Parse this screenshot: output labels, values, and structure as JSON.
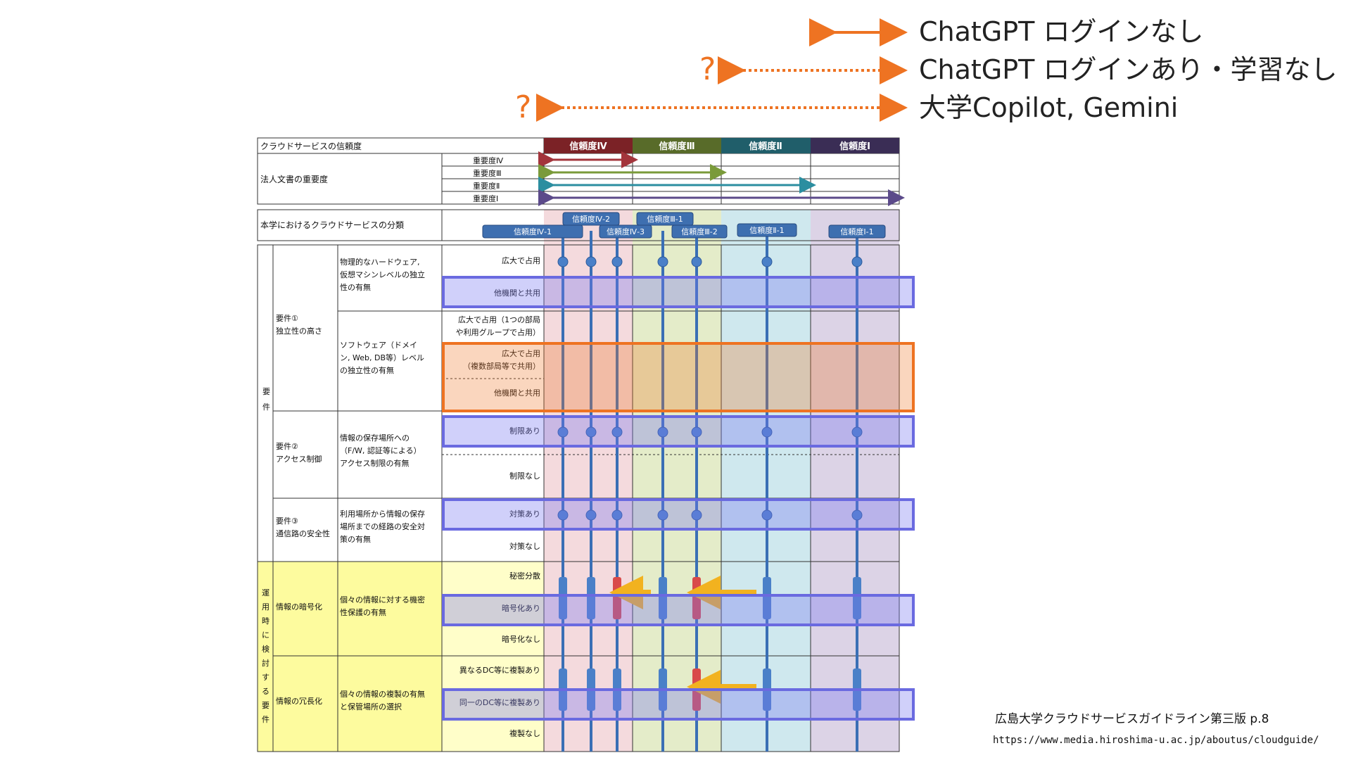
{
  "legend": {
    "items": [
      {
        "label": "ChatGPT ログインなし",
        "style": "solid",
        "question": ""
      },
      {
        "label": "ChatGPT ログインあり・学習なし",
        "style": "dotted",
        "question": "?"
      },
      {
        "label": "大学Copilot, Gemini",
        "style": "dotted",
        "question": "?"
      }
    ],
    "color": "#ee7322"
  },
  "table": {
    "reliability_title": "クラウドサービスの信頼度",
    "reliability_levels": [
      "信頼度Ⅳ",
      "信頼度Ⅲ",
      "信頼度Ⅱ",
      "信頼度Ⅰ"
    ],
    "level_colors": [
      "#7b2226",
      "#586b29",
      "#205e6a",
      "#3a2d55"
    ],
    "importance_title": "法人文書の重要度",
    "importance_levels": [
      "重要度Ⅳ",
      "重要度Ⅲ",
      "重要度Ⅱ",
      "重要度Ⅰ"
    ],
    "importance_colors": [
      "#a3353c",
      "#7a9a3a",
      "#2b8ea0",
      "#5b4a8a"
    ],
    "classification_title": "本学におけるクラウドサービスの分類",
    "tags": [
      "信頼度Ⅳ-1",
      "信頼度Ⅳ-2",
      "信頼度Ⅳ-3",
      "信頼度Ⅲ-1",
      "信頼度Ⅲ-2",
      "信頼度Ⅱ-1",
      "信頼度Ⅰ-1"
    ],
    "requirements_label": "要件",
    "operation_label": "運用時に検討する要件",
    "req1": "要件①\n独立性の高さ",
    "req1_hw": "物理的なハードウェア,\n仮想マシンレベルの独立\n性の有無",
    "req1_sw": "ソフトウェア（ドメイ\nン, Web, DB等）レベル\nの独立性の有無",
    "req2": "要件②\nアクセス制御",
    "req2_desc": "情報の保存場所への\n（F/W, 認証等による）\nアクセス制限の有無",
    "req3": "要件③\n通信路の安全性",
    "req3_desc": "利用場所から情報の保存\n場所までの経路の安全対\n策の有無",
    "op1": "情報の暗号化",
    "op1_desc": "個々の情報に対する機密\n性保護の有無",
    "op2": "情報の冗長化",
    "op2_desc": "個々の情報の複製の有無\nと保管場所の選択",
    "options": {
      "hw_own": "広大で占用",
      "hw_share": "他機関と共用",
      "sw_own1": "広大で占用（1つの部局\nや利用グループで占用）",
      "sw_own2": "広大で占用\n（複数部局等で共用）",
      "sw_share": "他機関と共用",
      "acc_yes": "制限あり",
      "acc_no": "制限なし",
      "sec_yes": "対策あり",
      "sec_no": "対策なし",
      "enc_split": "秘密分散",
      "enc_yes": "暗号化あり",
      "enc_no": "暗号化なし",
      "dup_diff": "異なるDC等に複製あり",
      "dup_same": "同一のDC等に複製あり",
      "dup_none": "複製なし"
    }
  },
  "source": {
    "caption": "広島大学クラウドサービスガイドライン第三版 p.8",
    "url": "https://www.media.hiroshima-u.ac.jp/aboutus/cloudguide/"
  }
}
